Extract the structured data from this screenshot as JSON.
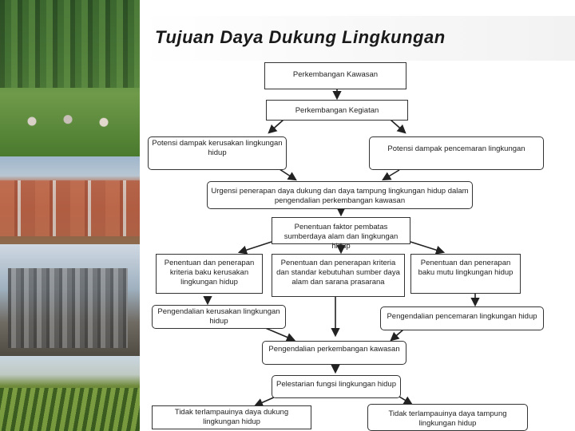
{
  "title": "Tujuan Daya Dukung Lingkungan",
  "nodes": {
    "perkembangan_kawasan": "Perkembangan Kawasan",
    "perkembangan_kegiatan": "Perkembangan Kegiatan",
    "potensi_kerusakan": "Potensi dampak kerusakan lingkungan hidup",
    "potensi_pencemaran": "Potensi dampak pencemaran lingkungan",
    "urgensi": "Urgensi penerapan daya dukung dan daya tampung lingkungan hidup dalam pengendalian perkembangan kawasan",
    "penentuan_faktor": "Penentuan faktor pembatas sumberdaya alam dan lingkungan hidup",
    "kriteria_baku_kerusakan": "Penentuan dan penerapan kriteria baku kerusakan lingkungan hidup",
    "kriteria_standar": "Penentuan dan penerapan kriteria dan standar kebutuhan sumber daya alam dan sarana prasarana",
    "baku_mutu": "Penentuan dan penerapan baku mutu lingkungan hidup",
    "pengendalian_kerusakan": "Pengendalian kerusakan lingkungan hidup",
    "pengendalian_pencemaran": "Pengendalian pencemaran lingkungan hidup",
    "pengendalian_perkembangan": "Pengendalian perkembangan kawasan",
    "pelestarian": "Pelestarian fungsi lingkungan hidup",
    "tidak_terlampaui_dukung": "Tidak terlampauinya daya dukung lingkungan hidup",
    "tidak_terlampaui_tampung": "Tidak terlampauinya daya tampung lingkungan hidup"
  }
}
